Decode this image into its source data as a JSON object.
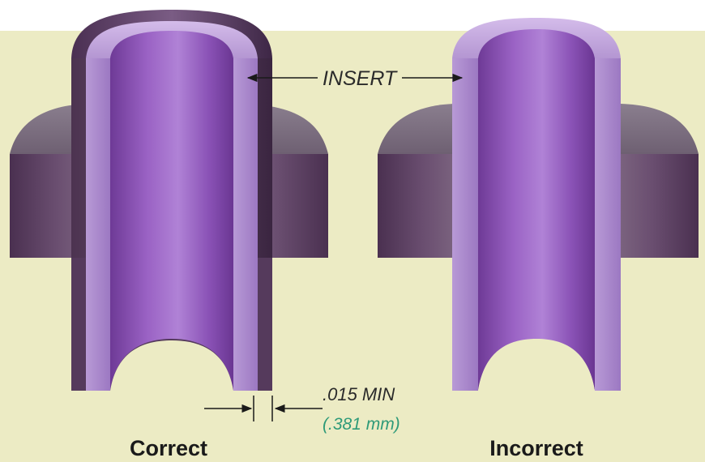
{
  "labels": {
    "insert": "INSERT",
    "dimension": ".015 MIN",
    "dimension_metric": "(.381 mm)",
    "left_caption": "Correct",
    "right_caption": "Incorrect"
  },
  "colors": {
    "background": "#ecebc4",
    "outer_part": "#5a4060",
    "insert": "#a884cc",
    "bore": "#8a4cb0",
    "metric_text": "#2e9a78"
  }
}
